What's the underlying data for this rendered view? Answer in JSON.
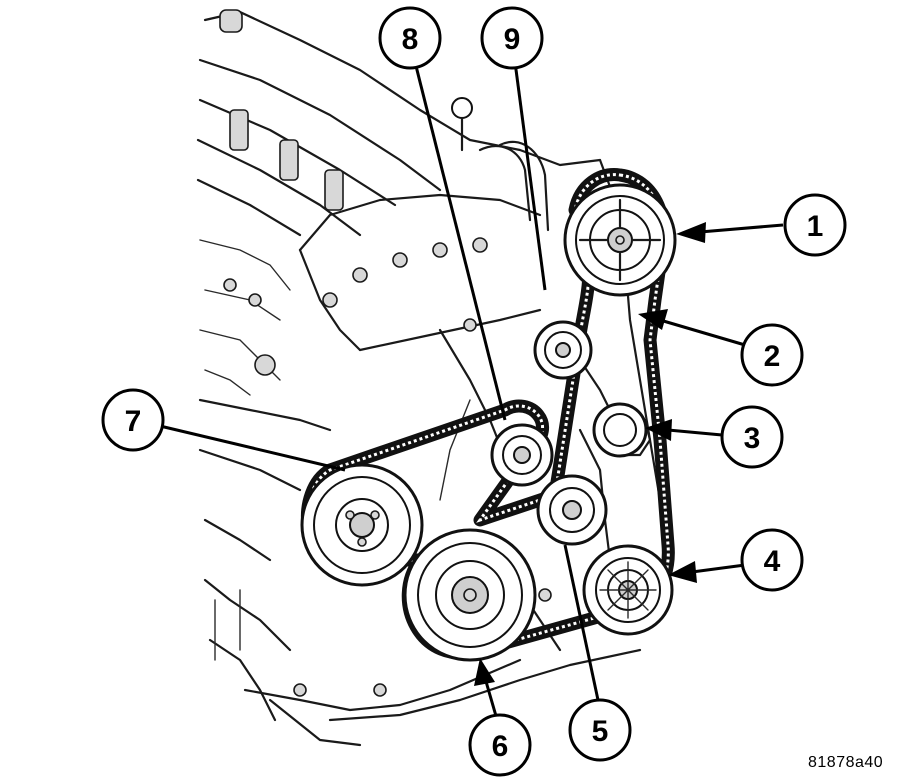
{
  "callouts": [
    {
      "id": "1",
      "label": "1"
    },
    {
      "id": "2",
      "label": "2"
    },
    {
      "id": "3",
      "label": "3"
    },
    {
      "id": "4",
      "label": "4"
    },
    {
      "id": "5",
      "label": "5"
    },
    {
      "id": "6",
      "label": "6"
    },
    {
      "id": "7",
      "label": "7"
    },
    {
      "id": "8",
      "label": "8"
    },
    {
      "id": "9",
      "label": "9"
    }
  ],
  "figure_code": "81878a40"
}
